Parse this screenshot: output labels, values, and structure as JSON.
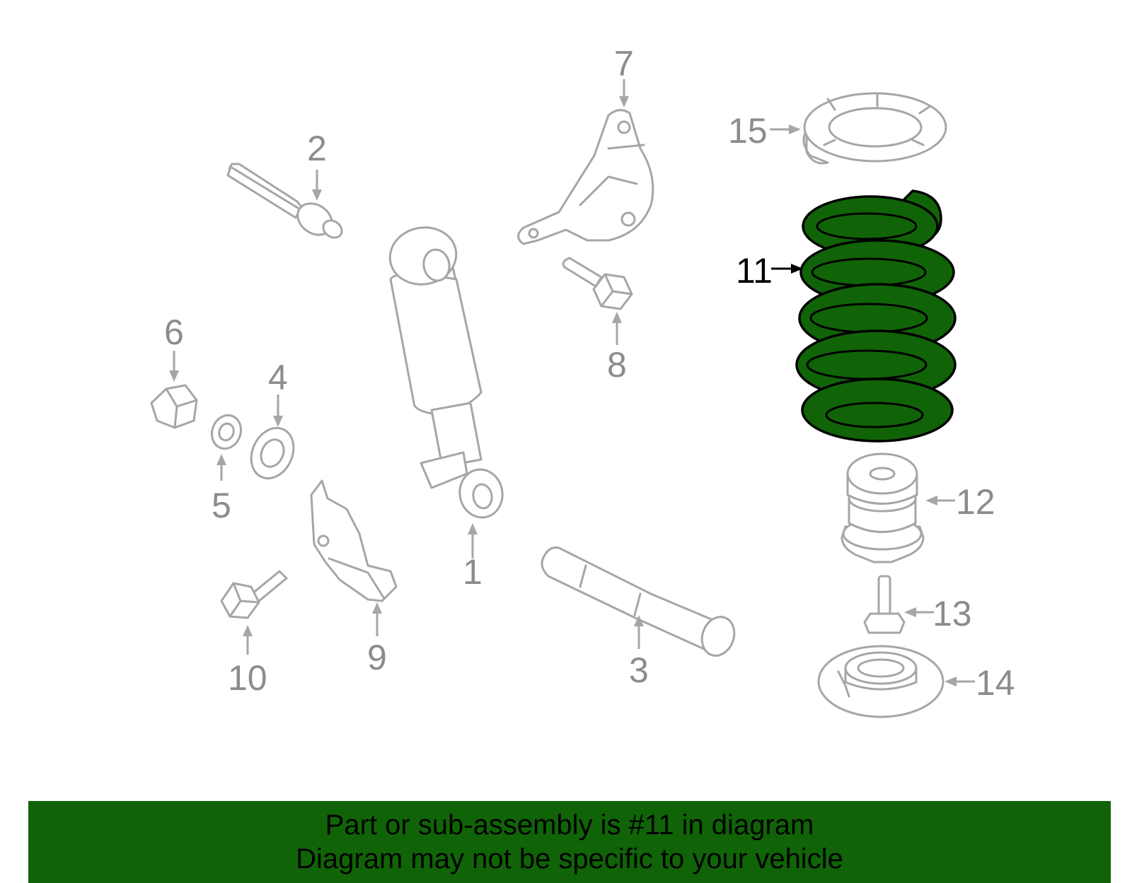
{
  "diagram": {
    "highlighted_part": "11",
    "highlight_color": "#106407",
    "line_color": "#a6a6a6",
    "labels": {
      "p1": "1",
      "p2": "2",
      "p3": "3",
      "p4": "4",
      "p5": "5",
      "p6": "6",
      "p7": "7",
      "p8": "8",
      "p9": "9",
      "p10": "10",
      "p11": "11",
      "p12": "12",
      "p13": "13",
      "p14": "14",
      "p15": "15"
    }
  },
  "banner": {
    "line1": "Part or sub-assembly is #11 in diagram",
    "line2": "Diagram may not be specific to your vehicle",
    "background": "#106407"
  }
}
